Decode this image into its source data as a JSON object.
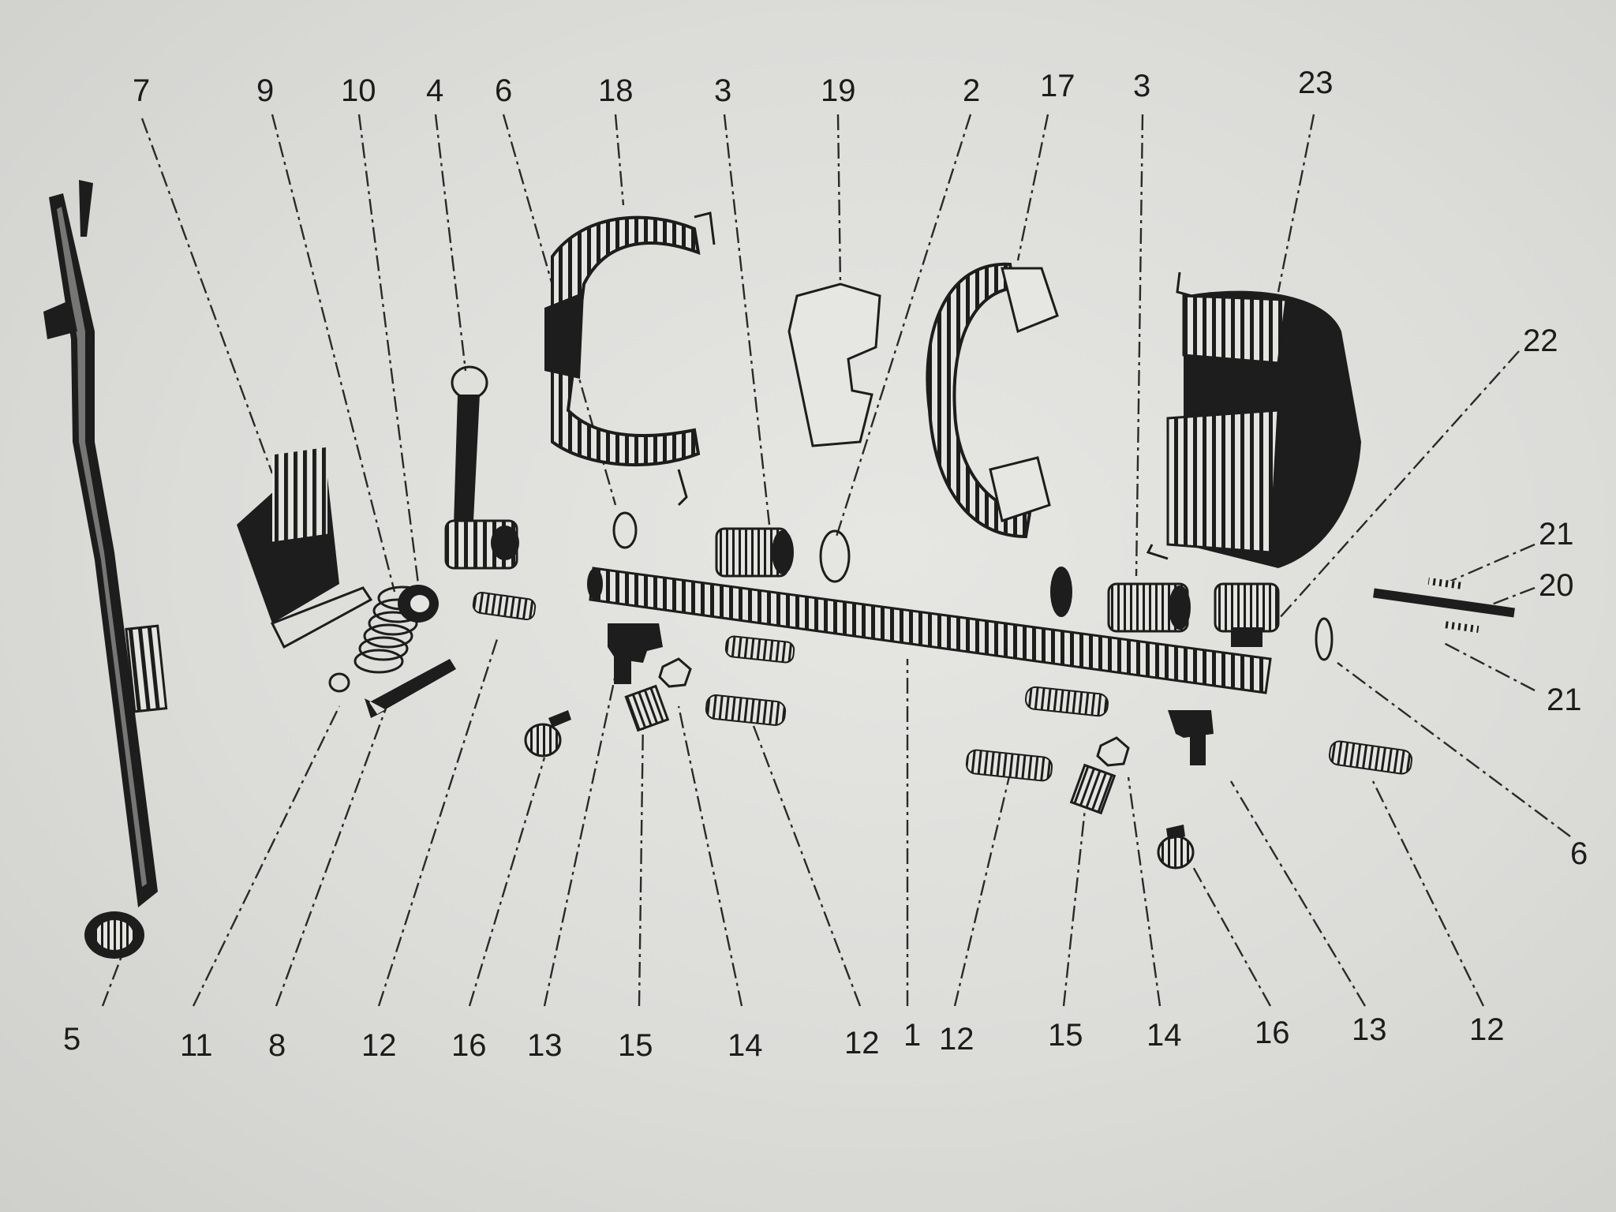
{
  "diagram": {
    "callouts_top": [
      "7",
      "9",
      "10",
      "4",
      "6",
      "18",
      "3",
      "19",
      "2",
      "17",
      "3",
      "23"
    ],
    "callouts_right": [
      "22",
      "21",
      "20",
      "21",
      "6"
    ],
    "callouts_bottom": [
      "5",
      "11",
      "8",
      "12",
      "16",
      "13",
      "15",
      "14",
      "12",
      "1",
      "12",
      "15",
      "14",
      "16",
      "13",
      "12"
    ]
  }
}
